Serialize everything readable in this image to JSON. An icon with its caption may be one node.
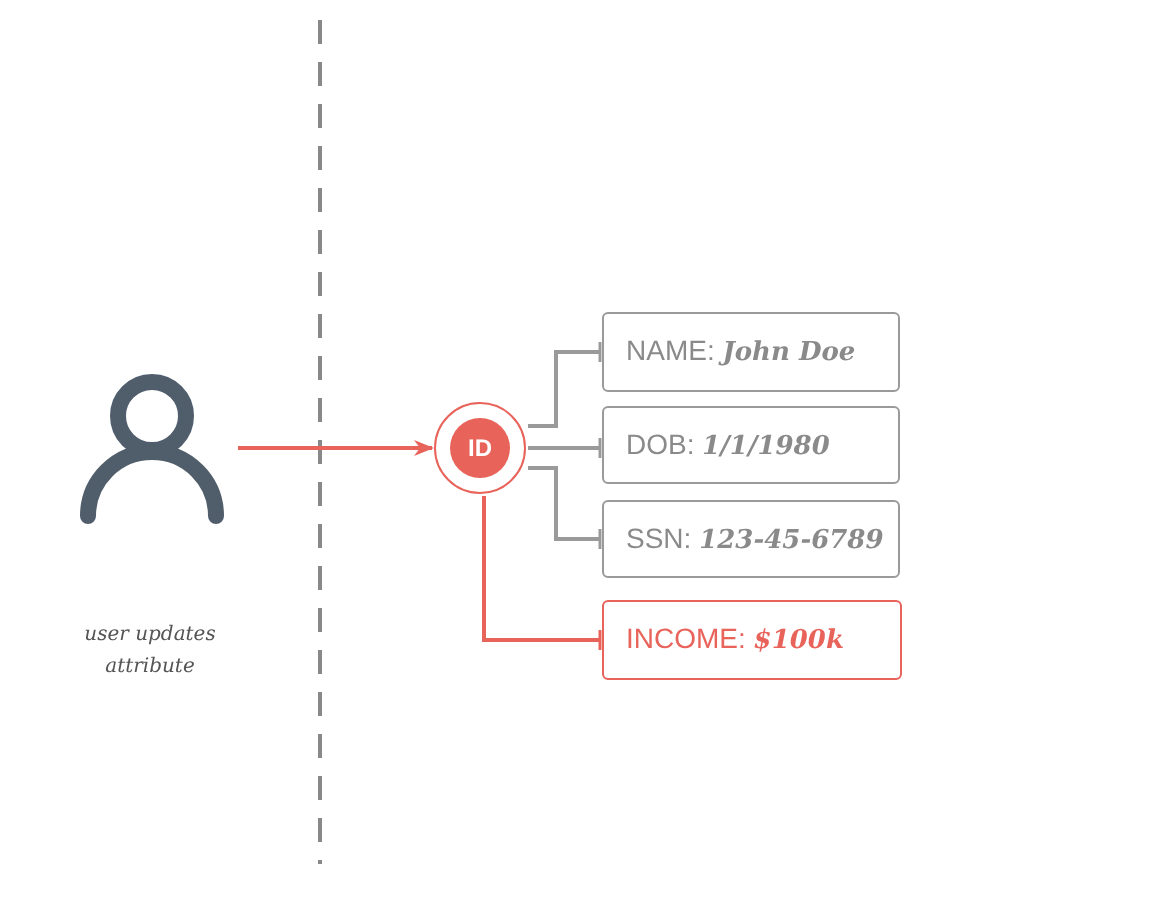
{
  "diagram": {
    "nodes": [
      {
        "text": [],
        "shape": "person"
      },
      {
        "text": [
          "ID"
        ]
      },
      {
        "text": [
          "NAME: *John Doe*"
        ]
      },
      {
        "text": [
          "DOB: *1/1/1980*"
        ]
      },
      {
        "text": [
          "SSN: *123-45-6789*"
        ]
      },
      {
        "text": [
          "INCOME: *$100k*"
        ]
      }
    ],
    "edges": [
      {
        "from": 0,
        "to": 1,
        "arrow": "to",
        "color": "#e8635a"
      },
      {
        "from": 1,
        "to": 2,
        "arrow": "other"
      },
      {
        "from": 1,
        "to": 3,
        "arrow": "other"
      },
      {
        "from": 1,
        "to": 4,
        "arrow": "other"
      },
      {
        "from": 1,
        "to": 5,
        "arrow": "other",
        "color": "#e8635a"
      }
    ],
    "labels": [
      "user updates attribute"
    ]
  }
}
